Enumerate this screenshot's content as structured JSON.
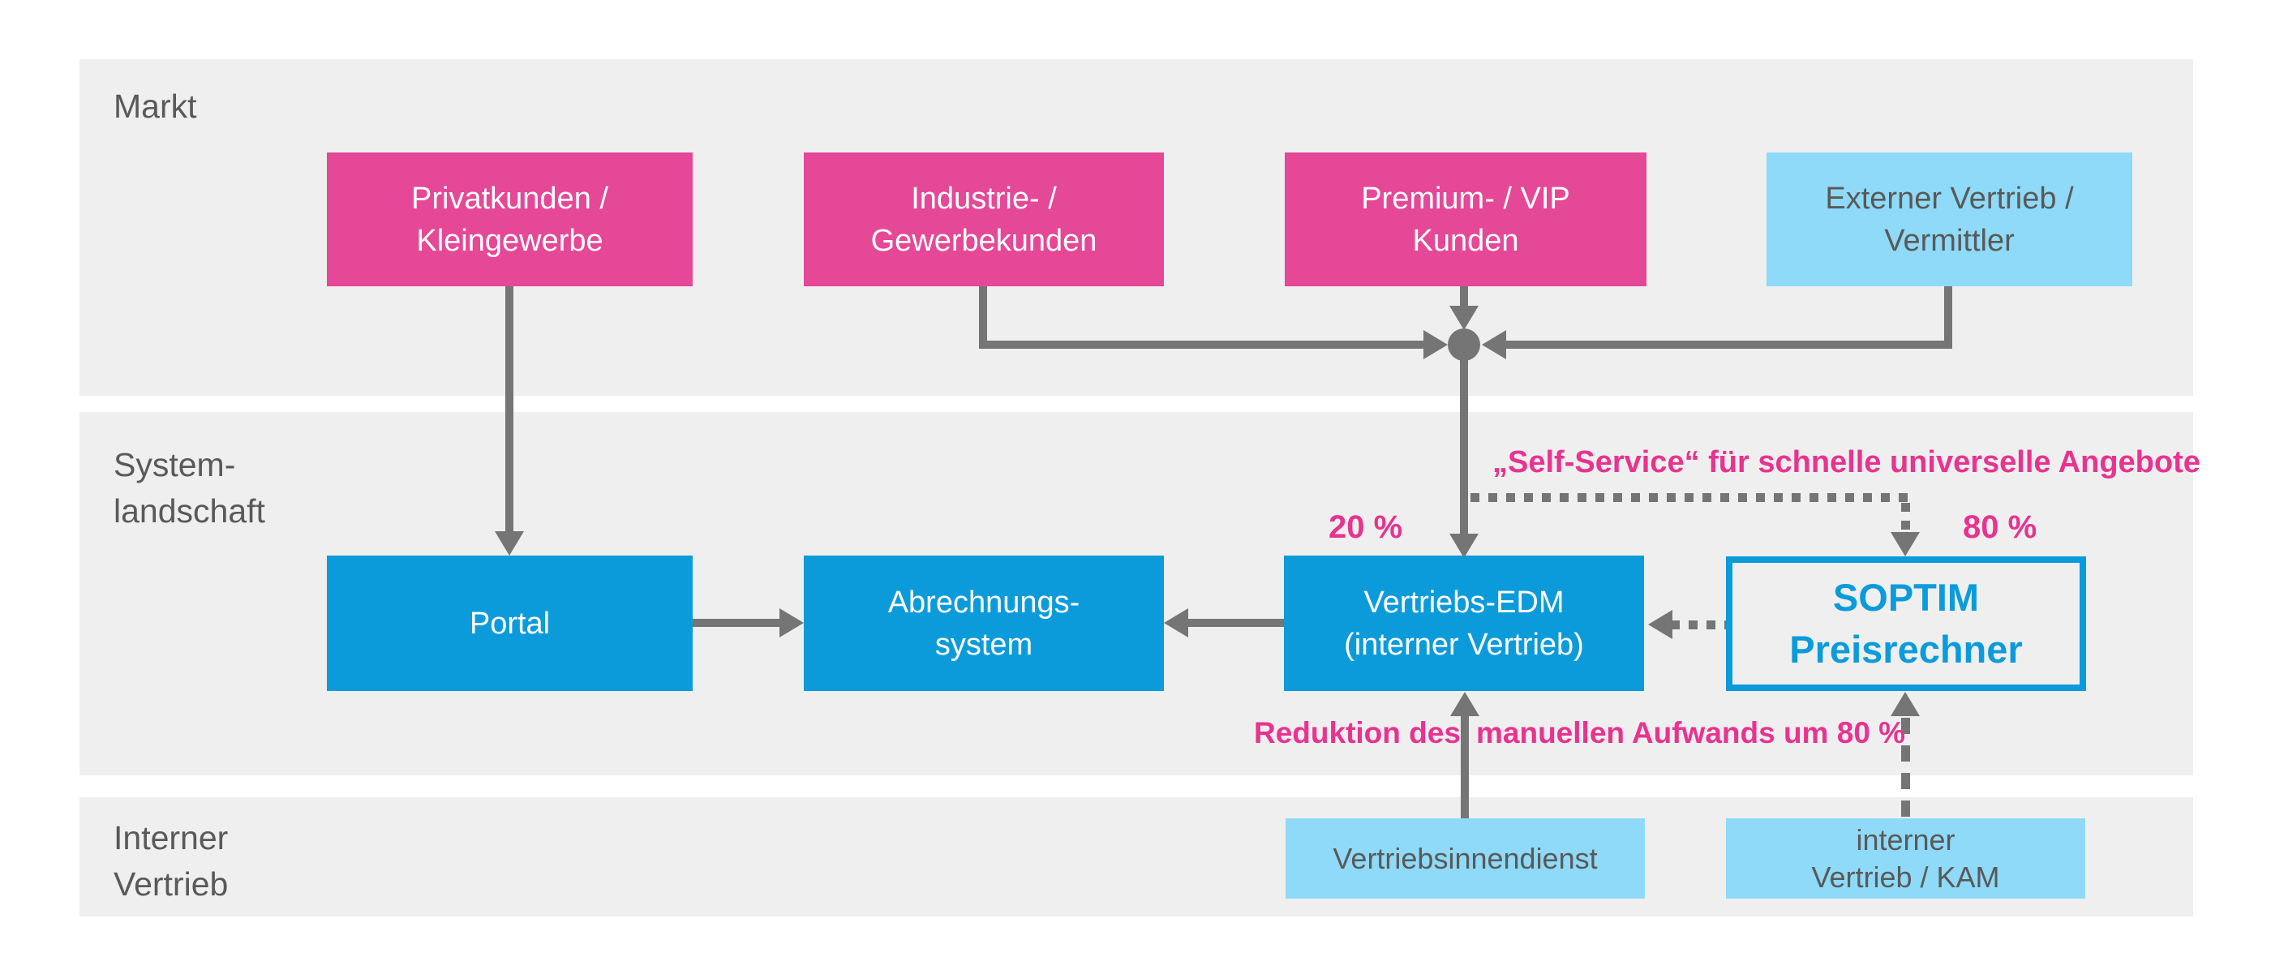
{
  "bands": {
    "markt": {
      "label": "Markt"
    },
    "system": {
      "label": "System-\nlandschaft"
    },
    "intern": {
      "label": "Interner\nVertrieb"
    }
  },
  "boxes": {
    "privatkunden": {
      "line1": "Privatkunden /",
      "line2": "Kleingewerbe"
    },
    "industrie": {
      "line1": "Industrie- /",
      "line2": "Gewerbekunden"
    },
    "premium": {
      "line1": "Premium- / VIP",
      "line2": "Kunden"
    },
    "externer": {
      "line1": "Externer Vertrieb /",
      "line2": "Vermittler"
    },
    "portal": {
      "line1": "Portal"
    },
    "abrechnung": {
      "line1": "Abrechnungs-",
      "line2": "system"
    },
    "edm": {
      "line1": "Vertriebs-EDM",
      "line2": "(interner Vertrieb)"
    },
    "soptim": {
      "line1": "SOPTIM",
      "line2": "Preisrechner"
    },
    "innendienst": {
      "line1": "Vertriebsinnendienst"
    },
    "kam": {
      "line1": "interner",
      "line2": "Vertrieb / KAM"
    }
  },
  "annotations": {
    "self_service": "„Self-Service“ für schnelle universelle Angebote",
    "pct20": "20 %",
    "pct80": "80 %",
    "reduktion_part1": "Reduktion des",
    "reduktion_part2": "manuellen Aufwands um 80 %"
  },
  "colors": {
    "band_background": "#EFEFEF",
    "pink_box": "#E54896",
    "blue_box": "#0C9BDA",
    "lightblue_box": "#8EDAF8",
    "outline_box_border": "#0C9BDA",
    "annotation_pink": "#E8338F",
    "arrow_gray": "#757575",
    "label_gray": "#595959",
    "white_text": "#FFFFFF"
  }
}
